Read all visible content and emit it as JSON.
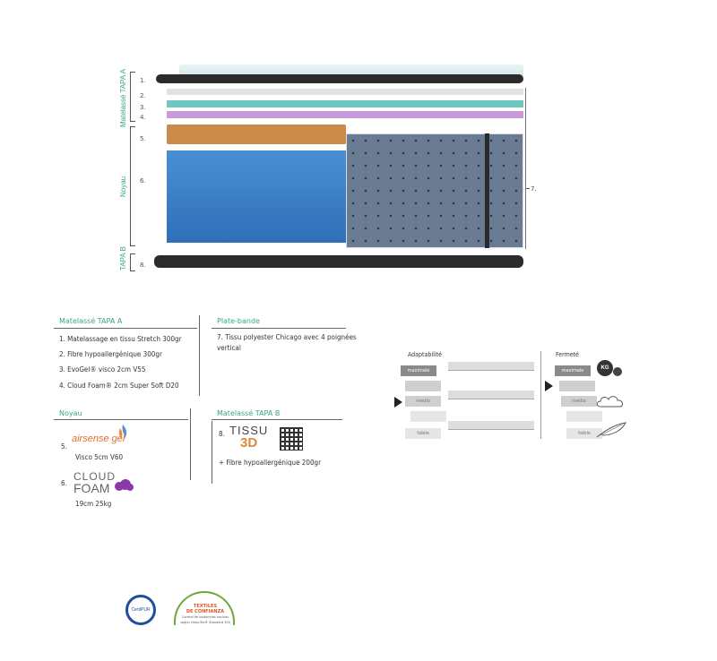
{
  "diagram": {
    "labels": {
      "tapa_a": "Matelassé TAPA A",
      "noyau": "Noyau",
      "tapa_b": "TAPA B"
    },
    "layer_numbers": [
      "1.",
      "2.",
      "3.",
      "4.",
      "5.",
      "6.",
      "7.",
      "8."
    ]
  },
  "sections": {
    "tapa_a": {
      "title": "Matelassé TAPA A",
      "items": [
        "1. Matelassage en tissu Stretch 300gr",
        "2. Fibre hypoallergénique 300gr",
        "3. EvoGel® visco 2cm V55",
        "4. Cloud Foam® 2cm Super Soft D20"
      ]
    },
    "plate_bande": {
      "title": "Plate-bande",
      "line1": "7. Tissu polyester Chicago avec 4 poignées",
      "line2": "vertical"
    },
    "noyau": {
      "title": "Noyau",
      "item5_num": "5.",
      "item5_desc": "Visco 5cm V60",
      "item6_num": "6.",
      "item6_desc": "19cm 25kg",
      "airsense_logo": "airsense gel",
      "cloud_logo_line1": "CLOUD",
      "cloud_logo_line2": "FOAM"
    },
    "tapa_b": {
      "title": "Matelassé TAPA B",
      "item_num": "8.",
      "tissu_line1": "TISSU",
      "tissu_line2": "3D",
      "extra": "+ Fibre hypoallergénique 200gr"
    }
  },
  "adaptability": {
    "title": "Adaptabilité",
    "levels": [
      "maximale",
      "",
      "medio",
      "",
      "faible"
    ]
  },
  "firmness": {
    "title": "Fermeté",
    "levels": [
      "maximale",
      "",
      "medio",
      "",
      "faible"
    ],
    "kg_label": "KG"
  },
  "certifications": {
    "certipur": "CertiPUR",
    "textiles_line1": "TEXTILES",
    "textiles_line2": "DE CONFIANZA",
    "textiles_line3": "Control de sustancias nocivas",
    "textiles_line4": "según Oeko-Tex® Standard 100"
  },
  "colors": {
    "accent_green": "#3aa58a",
    "core_blue": "#3b7fc7",
    "orange_foam": "#c98a4a"
  }
}
